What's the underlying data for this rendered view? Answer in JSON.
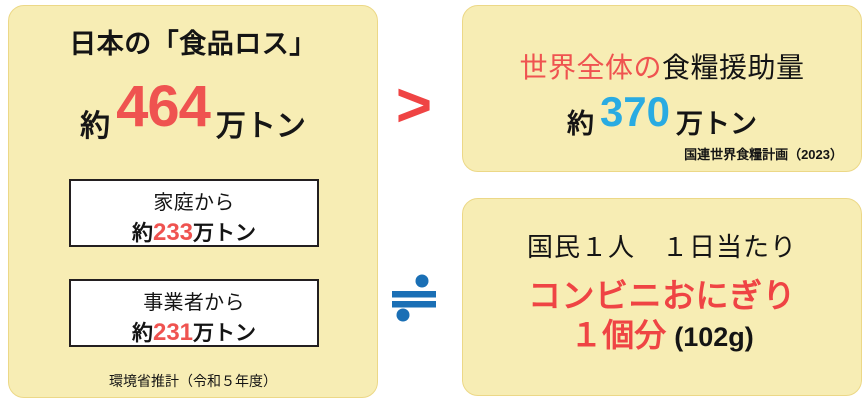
{
  "colors": {
    "card_bg": "#f7edb4",
    "card_border": "#ecd887",
    "red": "#ef5350",
    "red_strong": "#ef4444",
    "blue": "#29abe2",
    "black": "#141414",
    "white_box_bg": "#ffffff",
    "white_box_border": "#231f20"
  },
  "left_card": {
    "title": "日本の「食品ロス」",
    "amount": {
      "prefix": "約",
      "number": "464",
      "unit": "万トン"
    },
    "breakdown": [
      {
        "source_label": "家庭から",
        "amount_prefix": "約",
        "amount_number": "233",
        "amount_unit": "万トン"
      },
      {
        "source_label": "事業者から",
        "amount_prefix": "約",
        "amount_number": "231",
        "amount_unit": "万トン"
      }
    ],
    "footnote": "環境省推計（令和５年度）"
  },
  "operators": {
    "greater_than": ">",
    "approximately_equal": "≒"
  },
  "right_top_card": {
    "heading_highlight": "世界全体の",
    "heading_rest": "食糧援助量",
    "amount": {
      "prefix": "約",
      "number": "370",
      "unit": "万トン"
    },
    "footnote": "国連世界食糧計画（2023）"
  },
  "right_bottom_card": {
    "line1": "国民１人　１日当たり",
    "line2": "コンビニおにぎり",
    "line3_red": "１個分",
    "line3_grams": "(102g)"
  },
  "chart_data": {
    "type": "table",
    "title": "日本の「食品ロス」",
    "categories": [
      "日本の食品ロス",
      "家庭から",
      "事業者から",
      "世界全体の食糧援助量"
    ],
    "values": [
      464,
      233,
      231,
      370
    ],
    "unit": "万トン",
    "annotations": [
      "464万トン > 370万トン",
      "国民１人１日当たり コンビニおにぎり１個分 (102g)"
    ],
    "sources": [
      "環境省推計（令和５年度）",
      "国連世界食糧計画（2023）"
    ]
  }
}
